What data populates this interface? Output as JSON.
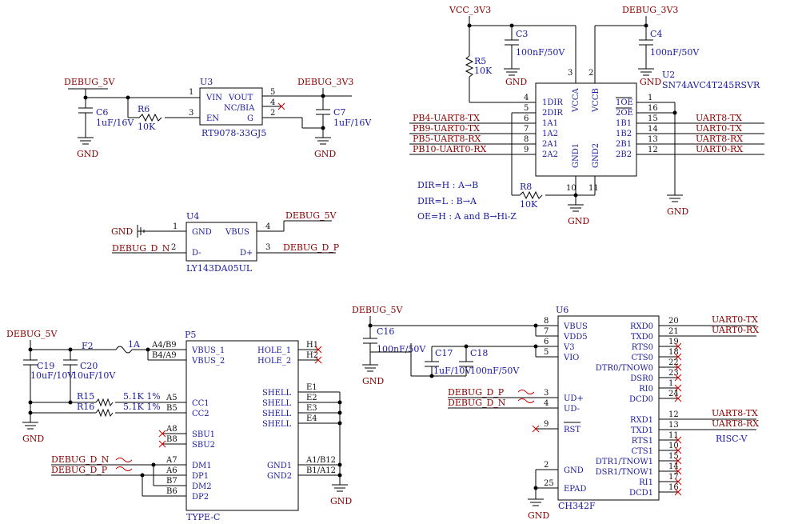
{
  "ldo": {
    "debug5v": "DEBUG_5V",
    "c6_ref": "C6",
    "c6_val": "1uF/16V",
    "gnd1": "GND",
    "r6_ref": "R6",
    "r6_val": "10K",
    "u3_ref": "U3",
    "u3_part": "RT9078-33GJ5",
    "pins": {
      "vin": "VIN",
      "vout": "VOUT",
      "ncbia": "NC/BIA",
      "en": "EN",
      "g": "G"
    },
    "pn": {
      "p1": "1",
      "p3": "3",
      "p5": "5",
      "p4": "4",
      "p2": "2"
    },
    "debug3v3": "DEBUG_3V3",
    "c7_ref": "C7",
    "c7_val": "1uF/16V",
    "gnd2": "GND"
  },
  "tvs": {
    "u4_ref": "U4",
    "u4_part": "LY143DA05UL",
    "gnd": "GND",
    "pins": {
      "gnd": "GND",
      "vbus": "VBUS",
      "dm": "D-",
      "dp": "D+"
    },
    "pn": {
      "p1": "1",
      "p2": "2",
      "p3": "3",
      "p4": "4"
    },
    "debug5v": "DEBUG_5V",
    "dn": "DEBUG_D_N",
    "dp": "DEBUG_D_P"
  },
  "shifter": {
    "vcc3v3": "VCC_3V3",
    "debug3v3": "DEBUG_3V3",
    "c3_ref": "C3",
    "c3_val": "100nF/50V",
    "c4_ref": "C4",
    "c4_val": "100nF/50V",
    "gnd_c3": "GND",
    "gnd_c4": "GND",
    "r5_ref": "R5",
    "r5_val": "10K",
    "r8_ref": "R8",
    "r8_val": "10K",
    "u2_ref": "U2",
    "u2_part": "SN74AVC4T245RSVR",
    "pins": {
      "dir1": "1DIR",
      "dir2": "2DIR",
      "a11": "1A1",
      "a12": "1A2",
      "a21": "2A1",
      "a22": "2A2",
      "vcca": "VCCA",
      "vccb": "VCCB",
      "gnd1": "GND1",
      "gnd2": "GND2",
      "oe1": "1OE",
      "oe2": "2OE",
      "b11": "1B1",
      "b12": "1B2",
      "b21": "2B1",
      "b22": "2B2"
    },
    "pn": {
      "p4": "4",
      "p5": "5",
      "p6": "6",
      "p7": "7",
      "p8": "8",
      "p9": "9",
      "p3": "3",
      "p2": "2",
      "p10": "10",
      "p11": "11",
      "p1": "1",
      "p16": "16",
      "p15": "15",
      "p14": "14",
      "p13": "13",
      "p12": "12"
    },
    "left_nets": [
      "PB4-UART8-TX",
      "PB9-UART0-TX",
      "PB5-UART8-RX",
      "PB10-UART0-RX"
    ],
    "right_nets": [
      "UART8-TX",
      "UART0-TX",
      "UART8-RX",
      "UART0-RX"
    ],
    "gnd_mid": "GND",
    "gnd_right": "GND",
    "notes": [
      "DIR=H : A→B",
      "DIR=L : B→A",
      "OE=H : A and B→Hi-Z"
    ]
  },
  "typec": {
    "debug5v": "DEBUG_5V",
    "f2_ref": "F2",
    "f2_val": "1A",
    "c19_ref": "C19",
    "c19_val": "10uF/10V",
    "c20_ref": "C20",
    "c20_val": "10uF/10V",
    "r15_ref": "R15",
    "r15_val": "5.1K 1%",
    "r16_ref": "R16",
    "r16_val": "5.1K 1%",
    "gnd_left": "GND",
    "gnd_right": "GND",
    "p5_ref": "P5",
    "part": "TYPE-C",
    "pins": {
      "vbus1": "VBUS_1",
      "vbus2": "VBUS_2",
      "cc1": "CC1",
      "cc2": "CC2",
      "sbu1": "SBU1",
      "sbu2": "SBU2",
      "dm1": "DM1",
      "dp1": "DP1",
      "dm2": "DM2",
      "dp2": "DP2",
      "hole1": "HOLE_1",
      "hole2": "HOLE_2",
      "shell": "SHELL",
      "gnd1": "GND1",
      "gnd2": "GND2"
    },
    "pn": {
      "a4b9": "A4/B9",
      "b4a9": "B4/A9",
      "a5": "A5",
      "b5": "B5",
      "a8": "A8",
      "b8": "B8",
      "a7": "A7",
      "a6": "A6",
      "b7": "B7",
      "b6": "B6",
      "h1": "H1",
      "h2": "H2",
      "e1": "E1",
      "e2": "E2",
      "e3": "E3",
      "e4": "E4",
      "a1b12": "A1/B12",
      "b1a12": "B1/A12"
    },
    "dn": "DEBUG_D_N",
    "dp": "DEBUG_D_P"
  },
  "bridge": {
    "debug5v": "DEBUG_5V",
    "c16_ref": "C16",
    "c16_val": "100nF/50V",
    "c17_ref": "C17",
    "c17_val": "1uF/10V",
    "c18_ref": "C18",
    "c18_val": "100nF/50V",
    "gnd_c16": "GND",
    "gnd_u6": "GND",
    "u6_ref": "U6",
    "u6_part": "CH342F",
    "left_pins": [
      "VBUS",
      "VDD5",
      "V3",
      "VIO",
      "UD+",
      "UD-",
      "RST",
      "GND",
      "EPAD"
    ],
    "left_pn": [
      "8",
      "7",
      "6",
      "5",
      "3",
      "4",
      "9",
      "2",
      "25"
    ],
    "right_pins": [
      "RXD0",
      "TXD0",
      "RTS0",
      "CTS0",
      "DTR0/TNOW0",
      "DSR0",
      "RI0",
      "DCD0",
      "RXD1",
      "TXD1",
      "RTS1",
      "CTS1",
      "DTR1/TNOW1",
      "DSR1/TNOW1",
      "RI1",
      "DCD1"
    ],
    "right_pn": [
      "20",
      "21",
      "19",
      "18",
      "22",
      "23",
      "1",
      "24",
      "12",
      "13",
      "11",
      "10",
      "15",
      "14",
      "17",
      "16"
    ],
    "dp": "DEBUG_D_P",
    "dn": "DEBUG_D_N",
    "uart_nets": [
      "UART0-TX",
      "UART0-RX",
      "UART8-TX",
      "UART8-RX"
    ],
    "riscv": "RISC-V"
  }
}
